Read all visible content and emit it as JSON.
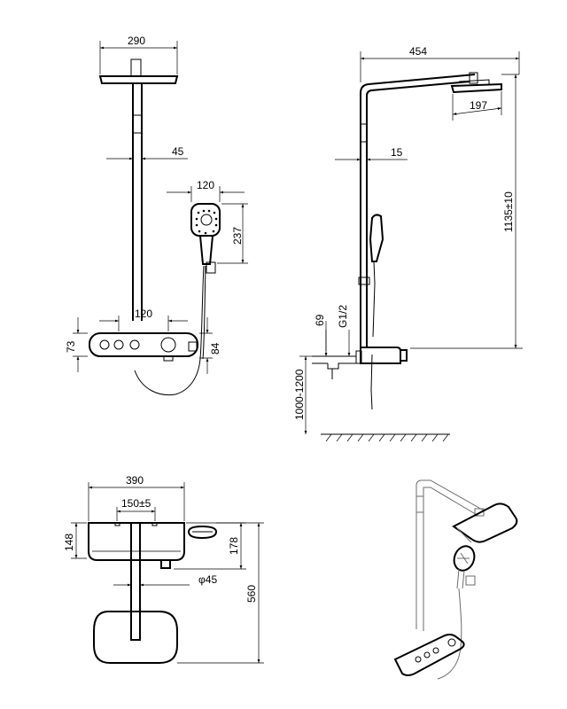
{
  "front_view": {
    "head_width": "290",
    "pipe_dia": "45",
    "hand_width": "120",
    "hand_height": "237",
    "valve_spacing": "120",
    "panel_height": "73",
    "outlet_height": "84"
  },
  "side_view": {
    "arm_reach": "454",
    "head_depth": "197",
    "pipe_wall": "15",
    "total_height": "1135±10",
    "inlet_offset": "69",
    "inlet_thread": "G1/2",
    "install_height": "1000-1200"
  },
  "top_view": {
    "body_width": "390",
    "inlet_spacing": "150±5",
    "body_depth": "148",
    "with_holder": "178",
    "pipe_dia": "φ45",
    "overall_depth": "560"
  }
}
